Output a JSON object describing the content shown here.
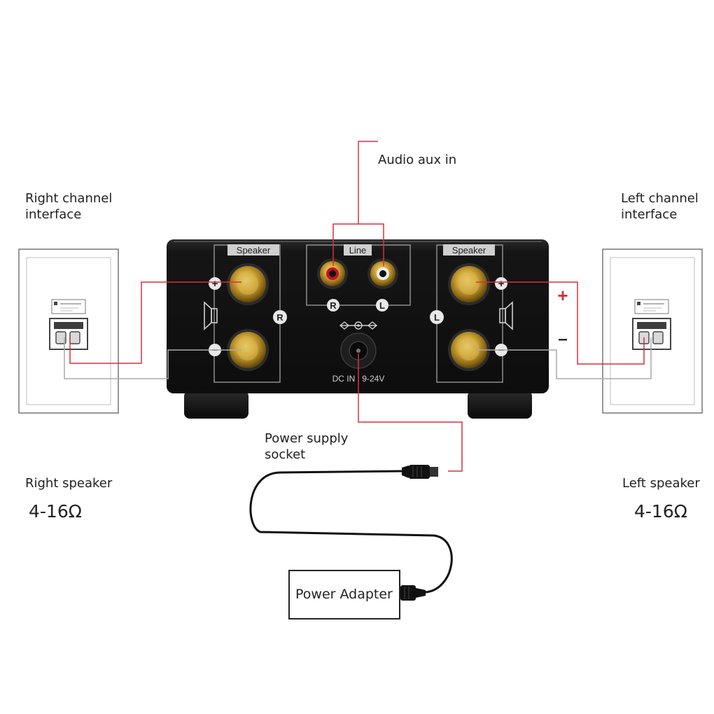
{
  "labels": {
    "audio_aux_in": "Audio aux in",
    "right_channel_line1": "Right channel",
    "right_channel_line2": "interface",
    "left_channel_line1": "Left channel",
    "left_channel_line2": "interface",
    "power_supply_line1": "Power supply",
    "power_supply_line2": "socket",
    "right_speaker": "Right speaker",
    "left_speaker": "Left speaker",
    "right_impedance": "4-16Ω",
    "left_impedance": "4-16Ω",
    "power_adapter": "Power  Adapter"
  },
  "amp": {
    "speaker_left_tab": "Speaker",
    "speaker_right_tab": "Speaker",
    "line_tab": "Line",
    "line_r": "R",
    "line_l": "L",
    "speaker_r_marker": "R",
    "speaker_l_marker": "L",
    "plus": "+",
    "minus": "−",
    "dc_in": "DC IN : 9-24V"
  },
  "polarity": {
    "plus": "+",
    "minus": "–"
  },
  "colors": {
    "wire_red": "#d8303a",
    "wire_gray": "#a9a9a9",
    "amp_body": "#141414",
    "gold": "#c9a12e",
    "cable": "#111111"
  }
}
